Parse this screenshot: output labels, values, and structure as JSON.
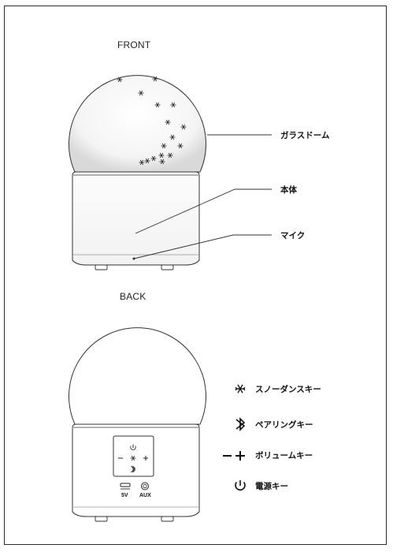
{
  "front": {
    "title": "FRONT",
    "callouts": {
      "dome": "ガラスドーム",
      "body": "本体",
      "mic": "マイク"
    }
  },
  "back": {
    "title": "BACK",
    "ports": {
      "usb": "5V",
      "aux": "AUX"
    }
  },
  "legend": [
    {
      "icon": "snowflake-icon",
      "label": "スノーダンスキー"
    },
    {
      "icon": "bluetooth-icon",
      "label": "ペアリングキー"
    },
    {
      "icon": "volume-minus-plus-icon",
      "label": "ボリュームキー"
    },
    {
      "icon": "power-icon",
      "label": "電源キー"
    }
  ]
}
